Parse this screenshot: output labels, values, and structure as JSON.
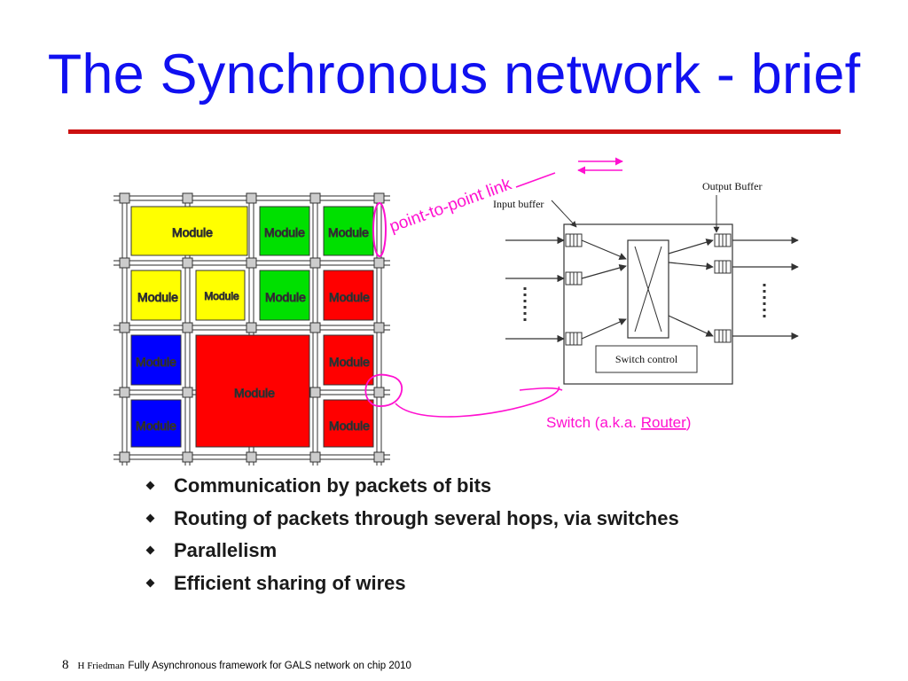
{
  "slide": {
    "title": "The Synchronous network - brief",
    "accent_color": "#1010f0",
    "rule_color": "#cc1010"
  },
  "grid": {
    "module_label": "Module",
    "colors": {
      "yellow": "#ffff00",
      "green": "#00e000",
      "red": "#ff0000",
      "blue": "#0000ff"
    }
  },
  "annotations": {
    "link_label": "point-to-point link",
    "switch_prefix": "Switch  (a.k.a. ",
    "switch_router": "Router",
    "switch_suffix": ")",
    "annotation_color": "#ff10d0"
  },
  "switch_diagram": {
    "input_buffer": "Input buffer",
    "output_buffer": "Output Buffer",
    "switch_control": "Switch control"
  },
  "bullets": [
    "Communication by packets of bits",
    "Routing of packets through several hops, via switches",
    "Parallelism",
    "Efficient sharing of wires"
  ],
  "footer": {
    "page_number": "8",
    "author": "H Friedman",
    "description": "Fully Asynchronous framework for GALS network on chip 2010"
  }
}
